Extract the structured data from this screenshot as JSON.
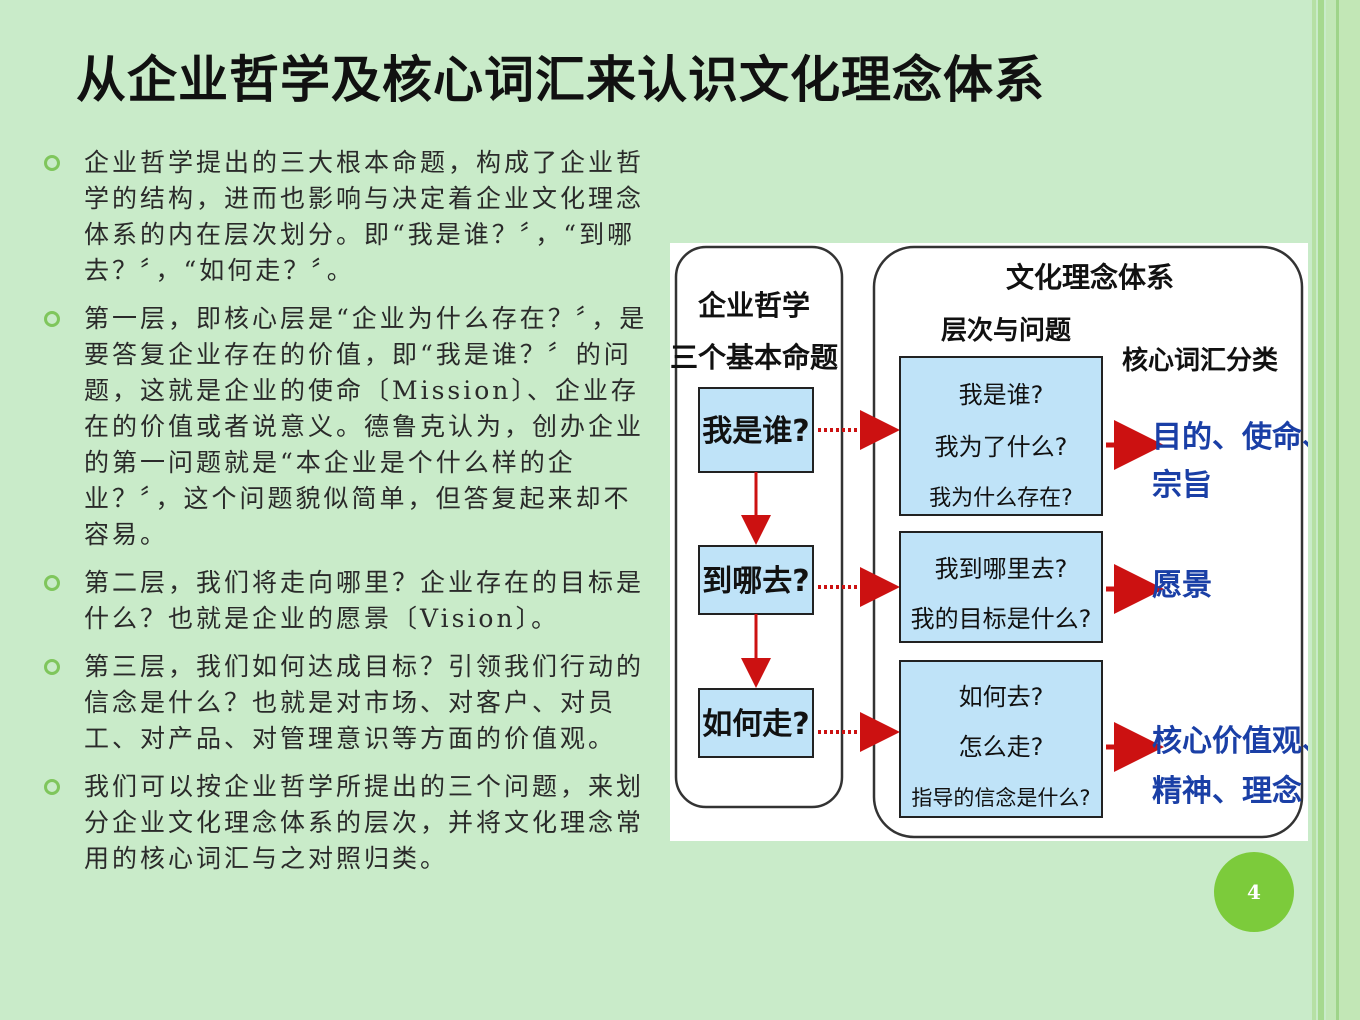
{
  "slide": {
    "title": "从企业哲学及核心词汇来认识文化理念体系",
    "page_number": "4"
  },
  "bullets": [
    "企业哲学提出的三大根本命题，构成了企业哲学的结构，进而也影响与决定着企业文化理念体系的内在层次划分。即“我是谁？〞，“到哪去？〞，“如何走？〞。",
    "第一层，即核心层是“企业为什么存在？〞，是要答复企业存在的价值，即“我是谁？〞的问题，这就是企业的使命〔Mission〕、企业存在的价值或者说意义。德鲁克认为，创办企业的第一问题就是“本企业是个什么样的企业？〞，这个问题貌似简单，但答复起来却不容易。",
    "第二层，我们将走向哪里？企业存在的目标是什么？也就是企业的愿景〔Vision〕。",
    "第三层，我们如何达成目标？引领我们行动的信念是什么？也就是对市场、对客户、对员工、对产品、对管理意识等方面的价值观。",
    "我们可以按企业哲学所提出的三个问题，来划分企业文化理念体系的层次，并将文化理念常用的核心词汇与之对照归类。"
  ],
  "diagram": {
    "left_title_1": "企业哲学",
    "left_title_2": "三个基本命题",
    "right_title": "文化理念体系",
    "layers_header": "层次与问题",
    "vocab_header": "核心词汇分类",
    "propositions": [
      "我是谁?",
      "到哪去?",
      "如何走?"
    ],
    "layer1_q1": "我是谁?",
    "layer1_q2": "我为了什么?",
    "layer1_q3": "我为什么存在?",
    "layer2_q1": "我到哪里去?",
    "layer2_q2": "我的目标是什么?",
    "layer3_q1": "如何去?",
    "layer3_q2": "怎么走?",
    "layer3_q3": "指导的信念是什么?",
    "vocab1_line1": "目的、使命、",
    "vocab1_line2": "宗旨",
    "vocab2": "愿景",
    "vocab3_line1": "核心价值观、",
    "vocab3_line2": "精神、理念",
    "colors": {
      "box_fill": "#bfe3f8",
      "arrow_red": "#cc1111",
      "vocab_blue": "#1a3fa6"
    }
  }
}
